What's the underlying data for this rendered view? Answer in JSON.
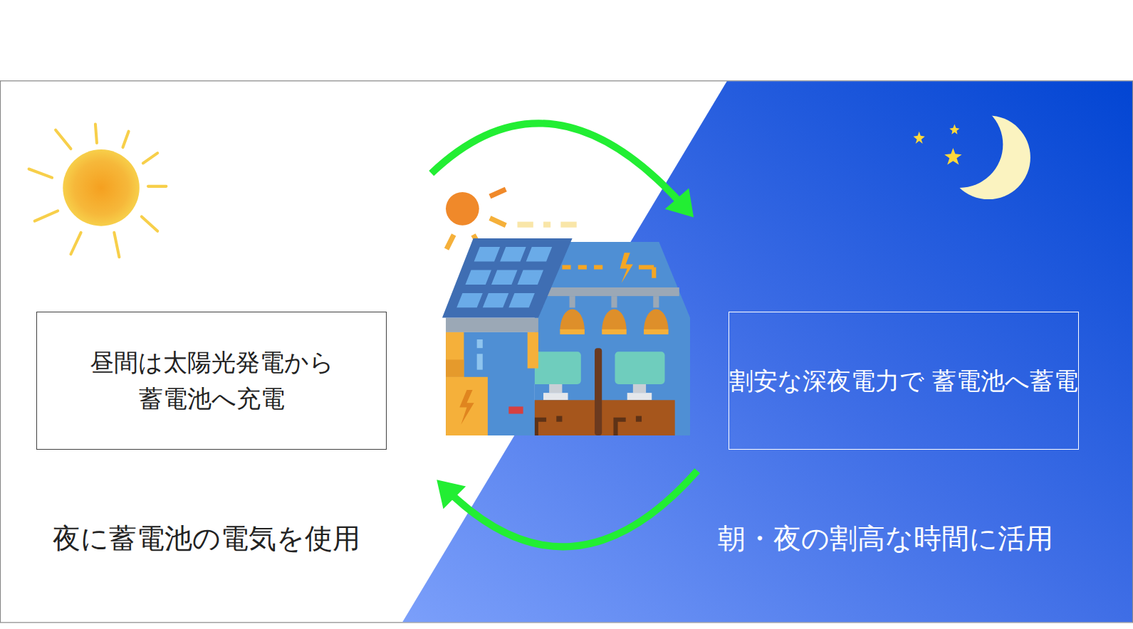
{
  "diagram": {
    "nodes": [
      {
        "text": [
          "昼間は太陽光発電から 蓄電池へ充電"
        ]
      },
      {
        "text": [
          "割安な深夜電力で 蓄電池へ蓄電"
        ]
      }
    ],
    "labels": [
      "夜に蓄電池の電気を使用",
      "朝・夜の割高な時間に活用"
    ]
  }
}
